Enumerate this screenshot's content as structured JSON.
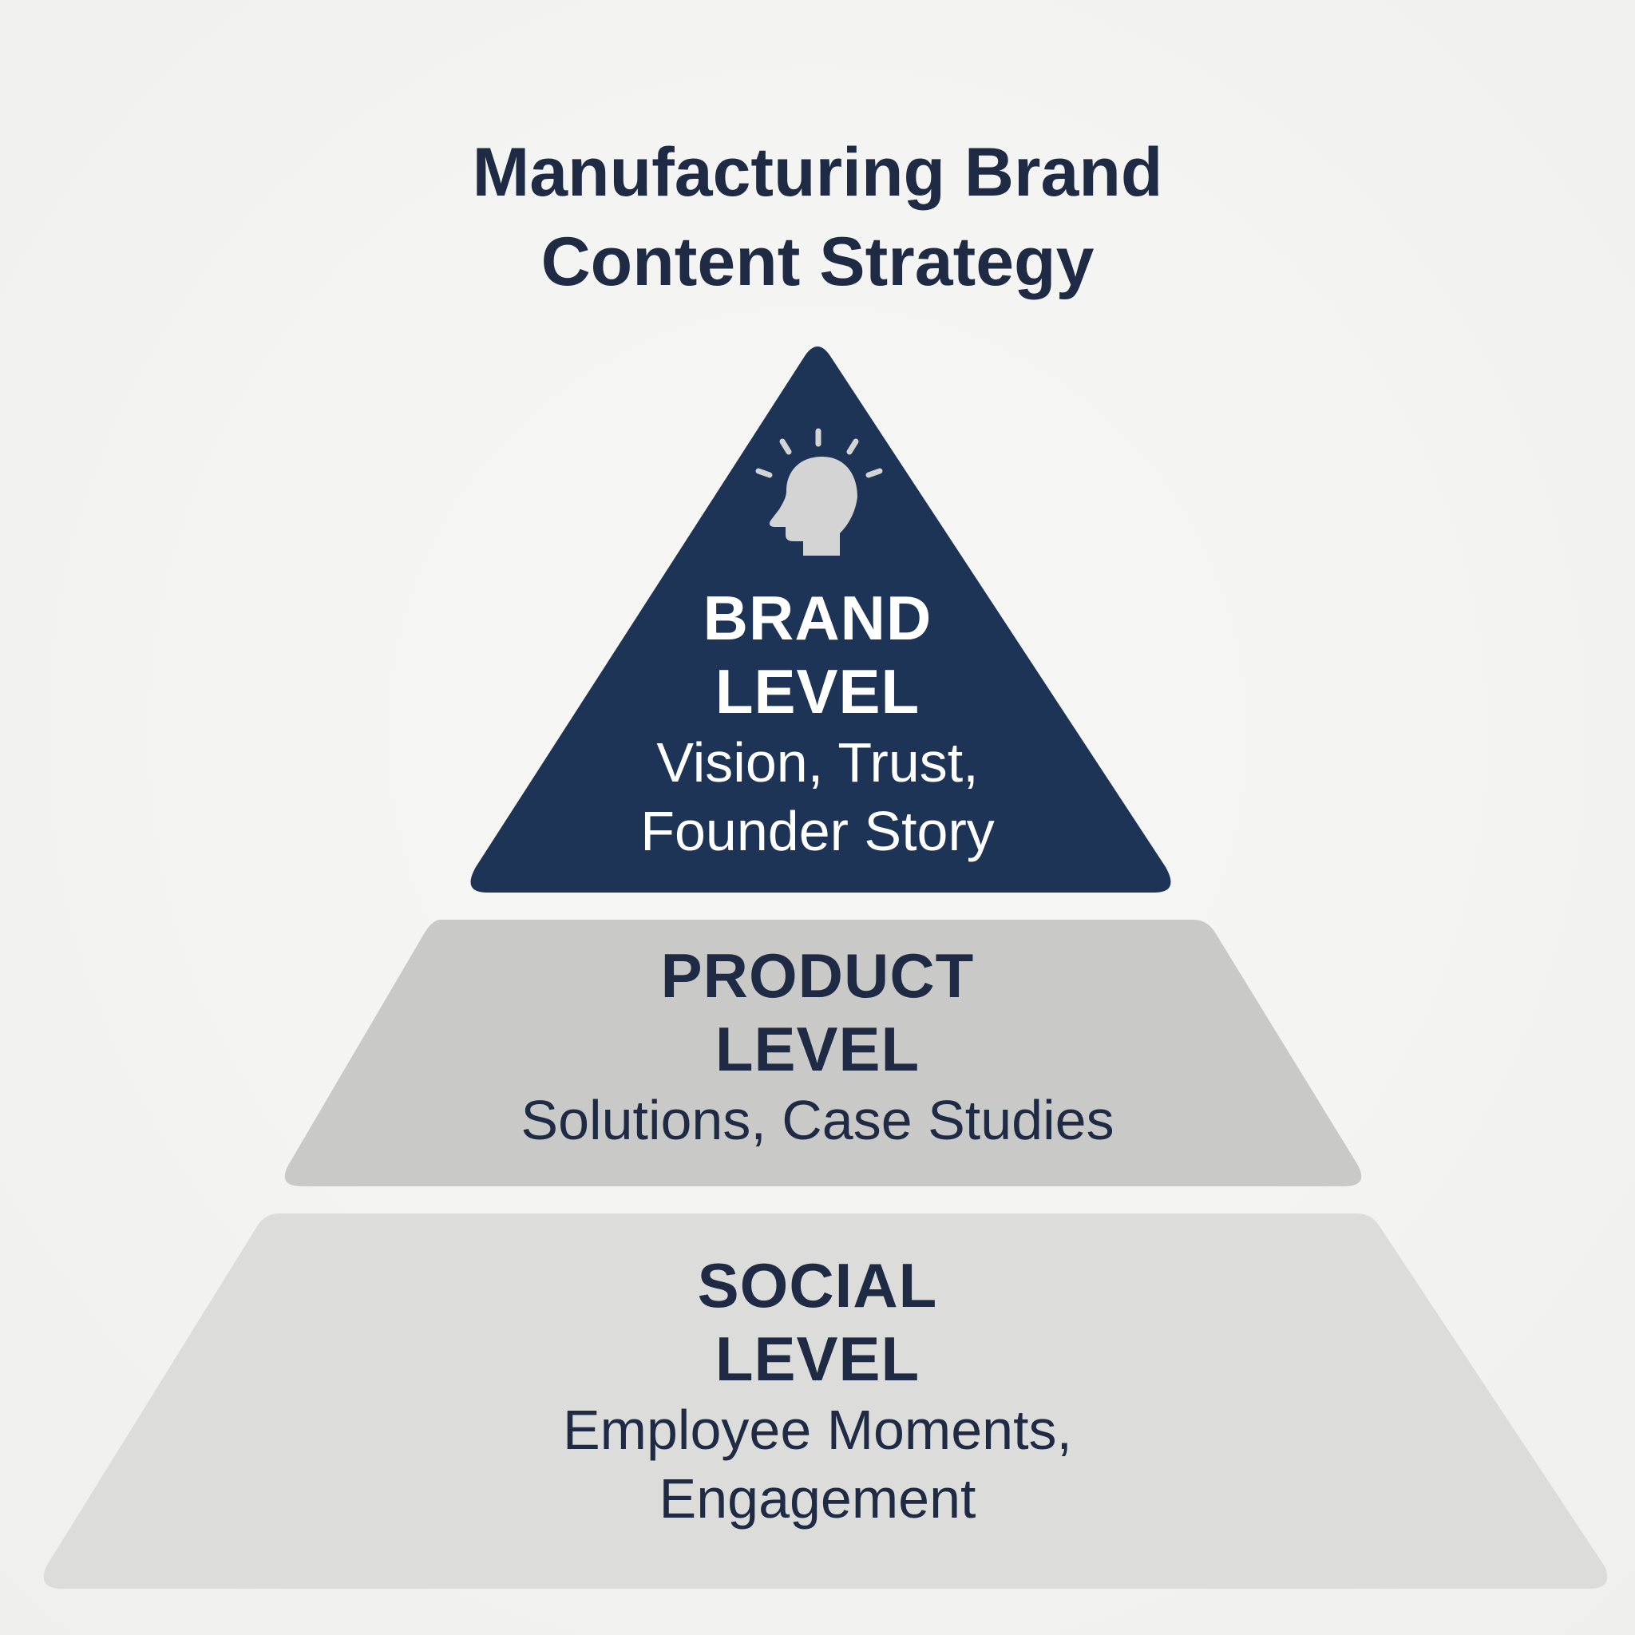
{
  "title": {
    "line1": "Manufacturing Brand",
    "line2": "Content Strategy"
  },
  "colors": {
    "text_dark": "#1f2b45",
    "brand_tier": "#1d3456",
    "product_tier": "#c9c9c7",
    "social_tier": "#dcdcda",
    "icon": "#d4d4d4"
  },
  "tiers": [
    {
      "id": "brand",
      "heading_line1": "BRAND",
      "heading_line2": "LEVEL",
      "desc_line1": "Vision, Trust,",
      "desc_line2": "Founder Story",
      "icon": "head-idea-icon"
    },
    {
      "id": "product",
      "heading_line1": "PRODUCT",
      "heading_line2": "LEVEL",
      "desc_line1": "Solutions, Case Studies"
    },
    {
      "id": "social",
      "heading_line1": "SOCIAL",
      "heading_line2": "LEVEL",
      "desc_line1": "Employee Moments,",
      "desc_line2": "Engagement"
    }
  ]
}
